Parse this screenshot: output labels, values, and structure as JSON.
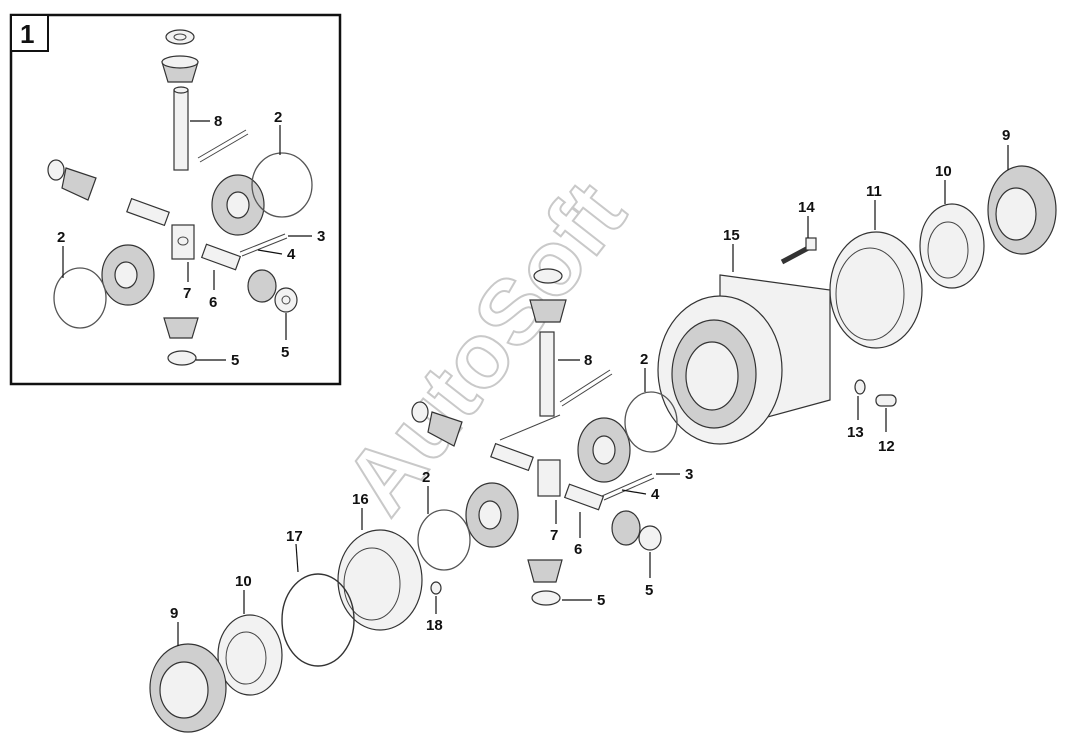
{
  "inset": {
    "badge": "1"
  },
  "watermark": "AutoSoft",
  "callouts": {
    "inset": [
      "8",
      "2",
      "2",
      "3",
      "4",
      "6",
      "7",
      "5",
      "5"
    ],
    "main": [
      "9",
      "10",
      "11",
      "14",
      "15",
      "8",
      "2",
      "3",
      "4",
      "6",
      "7",
      "5",
      "5",
      "13",
      "12",
      "16",
      "2",
      "17",
      "10",
      "9",
      "18"
    ]
  }
}
